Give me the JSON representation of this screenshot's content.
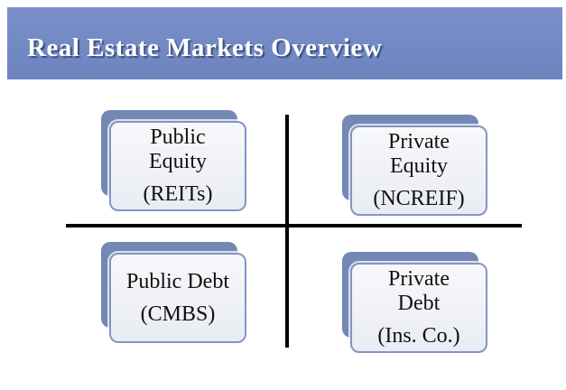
{
  "slide": {
    "title": "Real Estate Markets Overview"
  },
  "quadrants": [
    {
      "id": "public-equity",
      "line1": "Public",
      "line2": "Equity",
      "sub": "(REITs)"
    },
    {
      "id": "private-equity",
      "line1": "Private",
      "line2": "Equity",
      "sub": "(NCREIF)"
    },
    {
      "id": "public-debt",
      "line1": "Public Debt",
      "line2": "",
      "sub": "(CMBS)"
    },
    {
      "id": "private-debt",
      "line1": "Private",
      "line2": "Debt",
      "sub": "(Ins. Co.)"
    }
  ],
  "colors": {
    "banner": "#7289c4",
    "banner_top": "#7b90c9",
    "banner_bottom": "#6d84bf",
    "banner_text": "#ffffff",
    "title_shadow": "#3c4c7c",
    "box_back": "#7487b5",
    "card_border": "#8295c2",
    "card_fill_top": "#f7f8fa",
    "card_fill_bottom": "#e9ecf3",
    "axis": "#000000",
    "text": "#111111"
  }
}
